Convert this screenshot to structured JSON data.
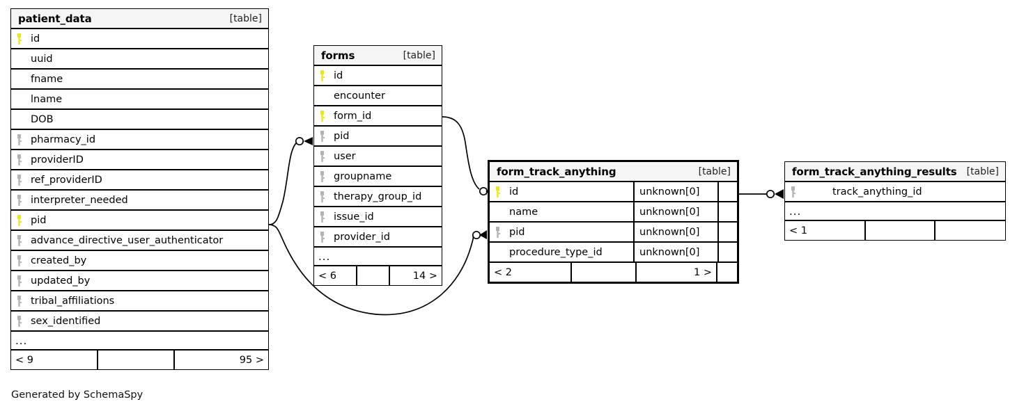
{
  "diagram": {
    "tool_credit": "Generated by SchemaSpy",
    "table_tag": "[table]",
    "ellipsis": "...",
    "key_icon_primary": "key-icon-primary",
    "key_icon_foreign": "key-icon-foreign",
    "colors": {
      "primary_key": "#e8e81c",
      "foreign_key": "#b3b3b3",
      "header_bg": "#f5f5f5",
      "border": "#000000",
      "background": "#ffffff"
    }
  },
  "tables": [
    {
      "id": "patient_data",
      "name": "patient_data",
      "tag": "[table]",
      "focal": false,
      "columns": [
        {
          "name": "id",
          "key": "primary"
        },
        {
          "name": "uuid",
          "key": "none"
        },
        {
          "name": "fname",
          "key": "none"
        },
        {
          "name": "lname",
          "key": "none"
        },
        {
          "name": "DOB",
          "key": "none"
        },
        {
          "name": "pharmacy_id",
          "key": "foreign"
        },
        {
          "name": "providerID",
          "key": "foreign"
        },
        {
          "name": "ref_providerID",
          "key": "foreign"
        },
        {
          "name": "interpreter_needed",
          "key": "foreign"
        },
        {
          "name": "pid",
          "key": "primary"
        },
        {
          "name": "advance_directive_user_authenticator",
          "key": "foreign"
        },
        {
          "name": "created_by",
          "key": "foreign"
        },
        {
          "name": "updated_by",
          "key": "foreign"
        },
        {
          "name": "tribal_affiliations",
          "key": "foreign"
        },
        {
          "name": "sex_identified",
          "key": "foreign"
        }
      ],
      "has_ellipsis_row": true,
      "footer": {
        "left": "< 9",
        "middle": "",
        "right": "95 >"
      }
    },
    {
      "id": "forms",
      "name": "forms",
      "tag": "[table]",
      "focal": false,
      "columns": [
        {
          "name": "id",
          "key": "primary"
        },
        {
          "name": "encounter",
          "key": "none"
        },
        {
          "name": "form_id",
          "key": "primary"
        },
        {
          "name": "pid",
          "key": "foreign"
        },
        {
          "name": "user",
          "key": "foreign"
        },
        {
          "name": "groupname",
          "key": "foreign"
        },
        {
          "name": "therapy_group_id",
          "key": "foreign"
        },
        {
          "name": "issue_id",
          "key": "foreign"
        },
        {
          "name": "provider_id",
          "key": "foreign"
        }
      ],
      "has_ellipsis_row": true,
      "footer": {
        "left": "< 6",
        "middle": "",
        "right": "14 >"
      }
    },
    {
      "id": "form_track_anything",
      "name": "form_track_anything",
      "tag": "[table]",
      "focal": true,
      "columns": [
        {
          "name": "id",
          "key": "primary",
          "type": "unknown[0]"
        },
        {
          "name": "name",
          "key": "none",
          "type": "unknown[0]"
        },
        {
          "name": "pid",
          "key": "foreign",
          "type": "unknown[0]"
        },
        {
          "name": "procedure_type_id",
          "key": "none",
          "type": "unknown[0]"
        }
      ],
      "has_ellipsis_row": false,
      "footer": {
        "left": "< 2",
        "middle": "",
        "right": "1 >"
      }
    },
    {
      "id": "form_track_anything_results",
      "name": "form_track_anything_results",
      "tag": "[table]",
      "focal": false,
      "columns": [
        {
          "name": "track_anything_id",
          "key": "foreign"
        }
      ],
      "has_ellipsis_row": true,
      "footer": {
        "left": "< 1",
        "middle": "",
        "right": ""
      }
    }
  ],
  "relationships": [
    {
      "from": "patient_data.pid",
      "to": "forms.pid"
    },
    {
      "from": "patient_data.pid",
      "to": "form_track_anything.pid"
    },
    {
      "from": "forms.form_id",
      "to": "form_track_anything.id"
    },
    {
      "from": "form_track_anything.id",
      "to": "form_track_anything_results.track_anything_id"
    }
  ]
}
